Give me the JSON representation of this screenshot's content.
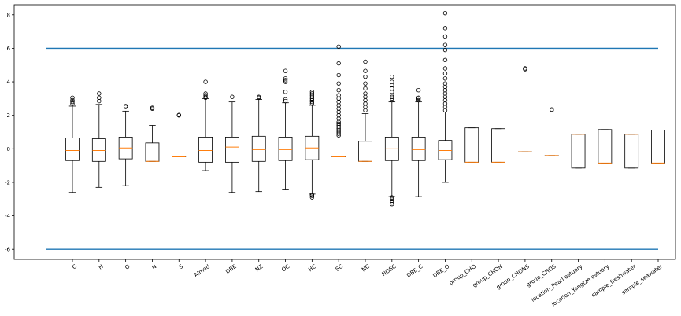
{
  "chart_data": {
    "type": "box",
    "title": "",
    "xlabel": "",
    "ylabel": "",
    "ylim": [
      -6.6,
      8.6
    ],
    "yticks": [
      -6,
      -4,
      -2,
      0,
      2,
      4,
      6,
      8
    ],
    "grid": false,
    "colors": {
      "box": "#000000",
      "median": "#ff7f0e",
      "reference_line": "#1f77b4"
    },
    "reference_lines": [
      6,
      -6
    ],
    "categories": [
      "C",
      "H",
      "O",
      "N",
      "S",
      "AImod",
      "DBE",
      "NZ",
      "OC",
      "HC",
      "SC",
      "NC",
      "NOSC",
      "DBE_C",
      "DBE_O",
      "group_CHO",
      "group_CHON",
      "group_CHONS",
      "group_CHOS",
      "location_Pearl estuary",
      "location_Yangtze estuary",
      "sample_freshwater",
      "sample_seawater"
    ],
    "boxes": [
      {
        "whislo": -2.6,
        "q1": -0.7,
        "med": -0.1,
        "q3": 0.65,
        "whishi": 2.55,
        "fliers": [
          2.7,
          2.8,
          2.9,
          3.05
        ]
      },
      {
        "whislo": -2.3,
        "q1": -0.75,
        "med": -0.1,
        "q3": 0.6,
        "whishi": 2.65,
        "fliers": [
          2.85,
          3.05,
          3.3
        ]
      },
      {
        "whislo": -2.2,
        "q1": -0.6,
        "med": 0.05,
        "q3": 0.7,
        "whishi": 2.25,
        "fliers": [
          2.5,
          2.55
        ]
      },
      {
        "whislo": -0.75,
        "q1": -0.75,
        "med": -0.75,
        "q3": 0.35,
        "whishi": 1.4,
        "fliers": [
          2.4,
          2.45
        ]
      },
      {
        "whislo": -0.48,
        "q1": -0.48,
        "med": -0.48,
        "q3": -0.48,
        "whishi": -0.48,
        "fliers": [
          2.0,
          2.02
        ]
      },
      {
        "whislo": -1.3,
        "q1": -0.8,
        "med": -0.1,
        "q3": 0.7,
        "whishi": 3.0,
        "fliers": [
          3.05,
          3.1,
          3.2,
          3.3,
          4.0
        ]
      },
      {
        "whislo": -2.6,
        "q1": -0.8,
        "med": 0.1,
        "q3": 0.7,
        "whishi": 2.8,
        "fliers": [
          3.1
        ]
      },
      {
        "whislo": -2.55,
        "q1": -0.75,
        "med": -0.05,
        "q3": 0.75,
        "whishi": 2.95,
        "fliers": [
          3.05,
          3.1
        ]
      },
      {
        "whislo": -2.45,
        "q1": -0.7,
        "med": -0.05,
        "q3": 0.7,
        "whishi": 2.75,
        "fliers": [
          2.85,
          2.95,
          3.4,
          4.0,
          4.1,
          4.2,
          4.65
        ]
      },
      {
        "whislo": -2.7,
        "q1": -0.65,
        "med": 0.05,
        "q3": 0.75,
        "whishi": 2.6,
        "fliers": [
          -2.75,
          -2.8,
          -2.9,
          2.7,
          2.8,
          2.9,
          3.0,
          3.1,
          3.2,
          3.3,
          3.4
        ]
      },
      {
        "whislo": -0.48,
        "q1": -0.48,
        "med": -0.48,
        "q3": -0.48,
        "whishi": -0.48,
        "fliers": [
          0.8,
          0.9,
          1.0,
          1.1,
          1.2,
          1.3,
          1.4,
          1.5,
          1.6,
          1.8,
          2.0,
          2.2,
          2.4,
          2.6,
          2.8,
          3.0,
          3.2,
          3.5,
          3.9,
          4.4,
          5.1,
          6.1
        ]
      },
      {
        "whislo": -0.75,
        "q1": -0.75,
        "med": -0.75,
        "q3": 0.45,
        "whishi": 2.1,
        "fliers": [
          2.3,
          2.5,
          2.7,
          2.9,
          3.1,
          3.3,
          3.6,
          3.9,
          4.3,
          4.65,
          5.2
        ]
      },
      {
        "whislo": -2.85,
        "q1": -0.7,
        "med": 0.0,
        "q3": 0.7,
        "whishi": 2.8,
        "fliers": [
          -2.9,
          -3.0,
          -3.1,
          -3.2,
          -3.3,
          2.9,
          3.0,
          3.1,
          3.2,
          3.4,
          3.6,
          3.8,
          4.0,
          4.3
        ]
      },
      {
        "whislo": -2.85,
        "q1": -0.7,
        "med": -0.05,
        "q3": 0.7,
        "whishi": 2.8,
        "fliers": [
          2.9,
          3.0,
          3.05,
          3.5
        ]
      },
      {
        "whislo": -2.0,
        "q1": -0.65,
        "med": -0.1,
        "q3": 0.5,
        "whishi": 2.2,
        "fliers": [
          2.3,
          2.5,
          2.7,
          2.9,
          3.1,
          3.3,
          3.5,
          3.7,
          3.9,
          4.2,
          4.5,
          4.8,
          5.3,
          5.9,
          6.2,
          6.7,
          7.2,
          8.1
        ]
      },
      {
        "whislo": -0.8,
        "q1": -0.8,
        "med": -0.8,
        "q3": 1.25,
        "whishi": 1.25,
        "fliers": []
      },
      {
        "whislo": -0.8,
        "q1": -0.8,
        "med": -0.8,
        "q3": 1.2,
        "whishi": 1.2,
        "fliers": []
      },
      {
        "whislo": -0.18,
        "q1": -0.18,
        "med": -0.18,
        "q3": -0.18,
        "whishi": -0.18,
        "fliers": [
          4.75,
          4.8
        ]
      },
      {
        "whislo": -0.4,
        "q1": -0.4,
        "med": -0.4,
        "q3": -0.4,
        "whishi": -0.4,
        "fliers": [
          2.3,
          2.35
        ]
      },
      {
        "whislo": -1.15,
        "q1": -1.15,
        "med": 0.87,
        "q3": 0.87,
        "whishi": 0.87,
        "fliers": []
      },
      {
        "whislo": -0.85,
        "q1": -0.85,
        "med": -0.85,
        "q3": 1.15,
        "whishi": 1.15,
        "fliers": []
      },
      {
        "whislo": -1.15,
        "q1": -1.15,
        "med": 0.87,
        "q3": 0.87,
        "whishi": 0.87,
        "fliers": []
      },
      {
        "whislo": -0.85,
        "q1": -0.85,
        "med": -0.85,
        "q3": 1.12,
        "whishi": 1.12,
        "fliers": []
      }
    ]
  }
}
